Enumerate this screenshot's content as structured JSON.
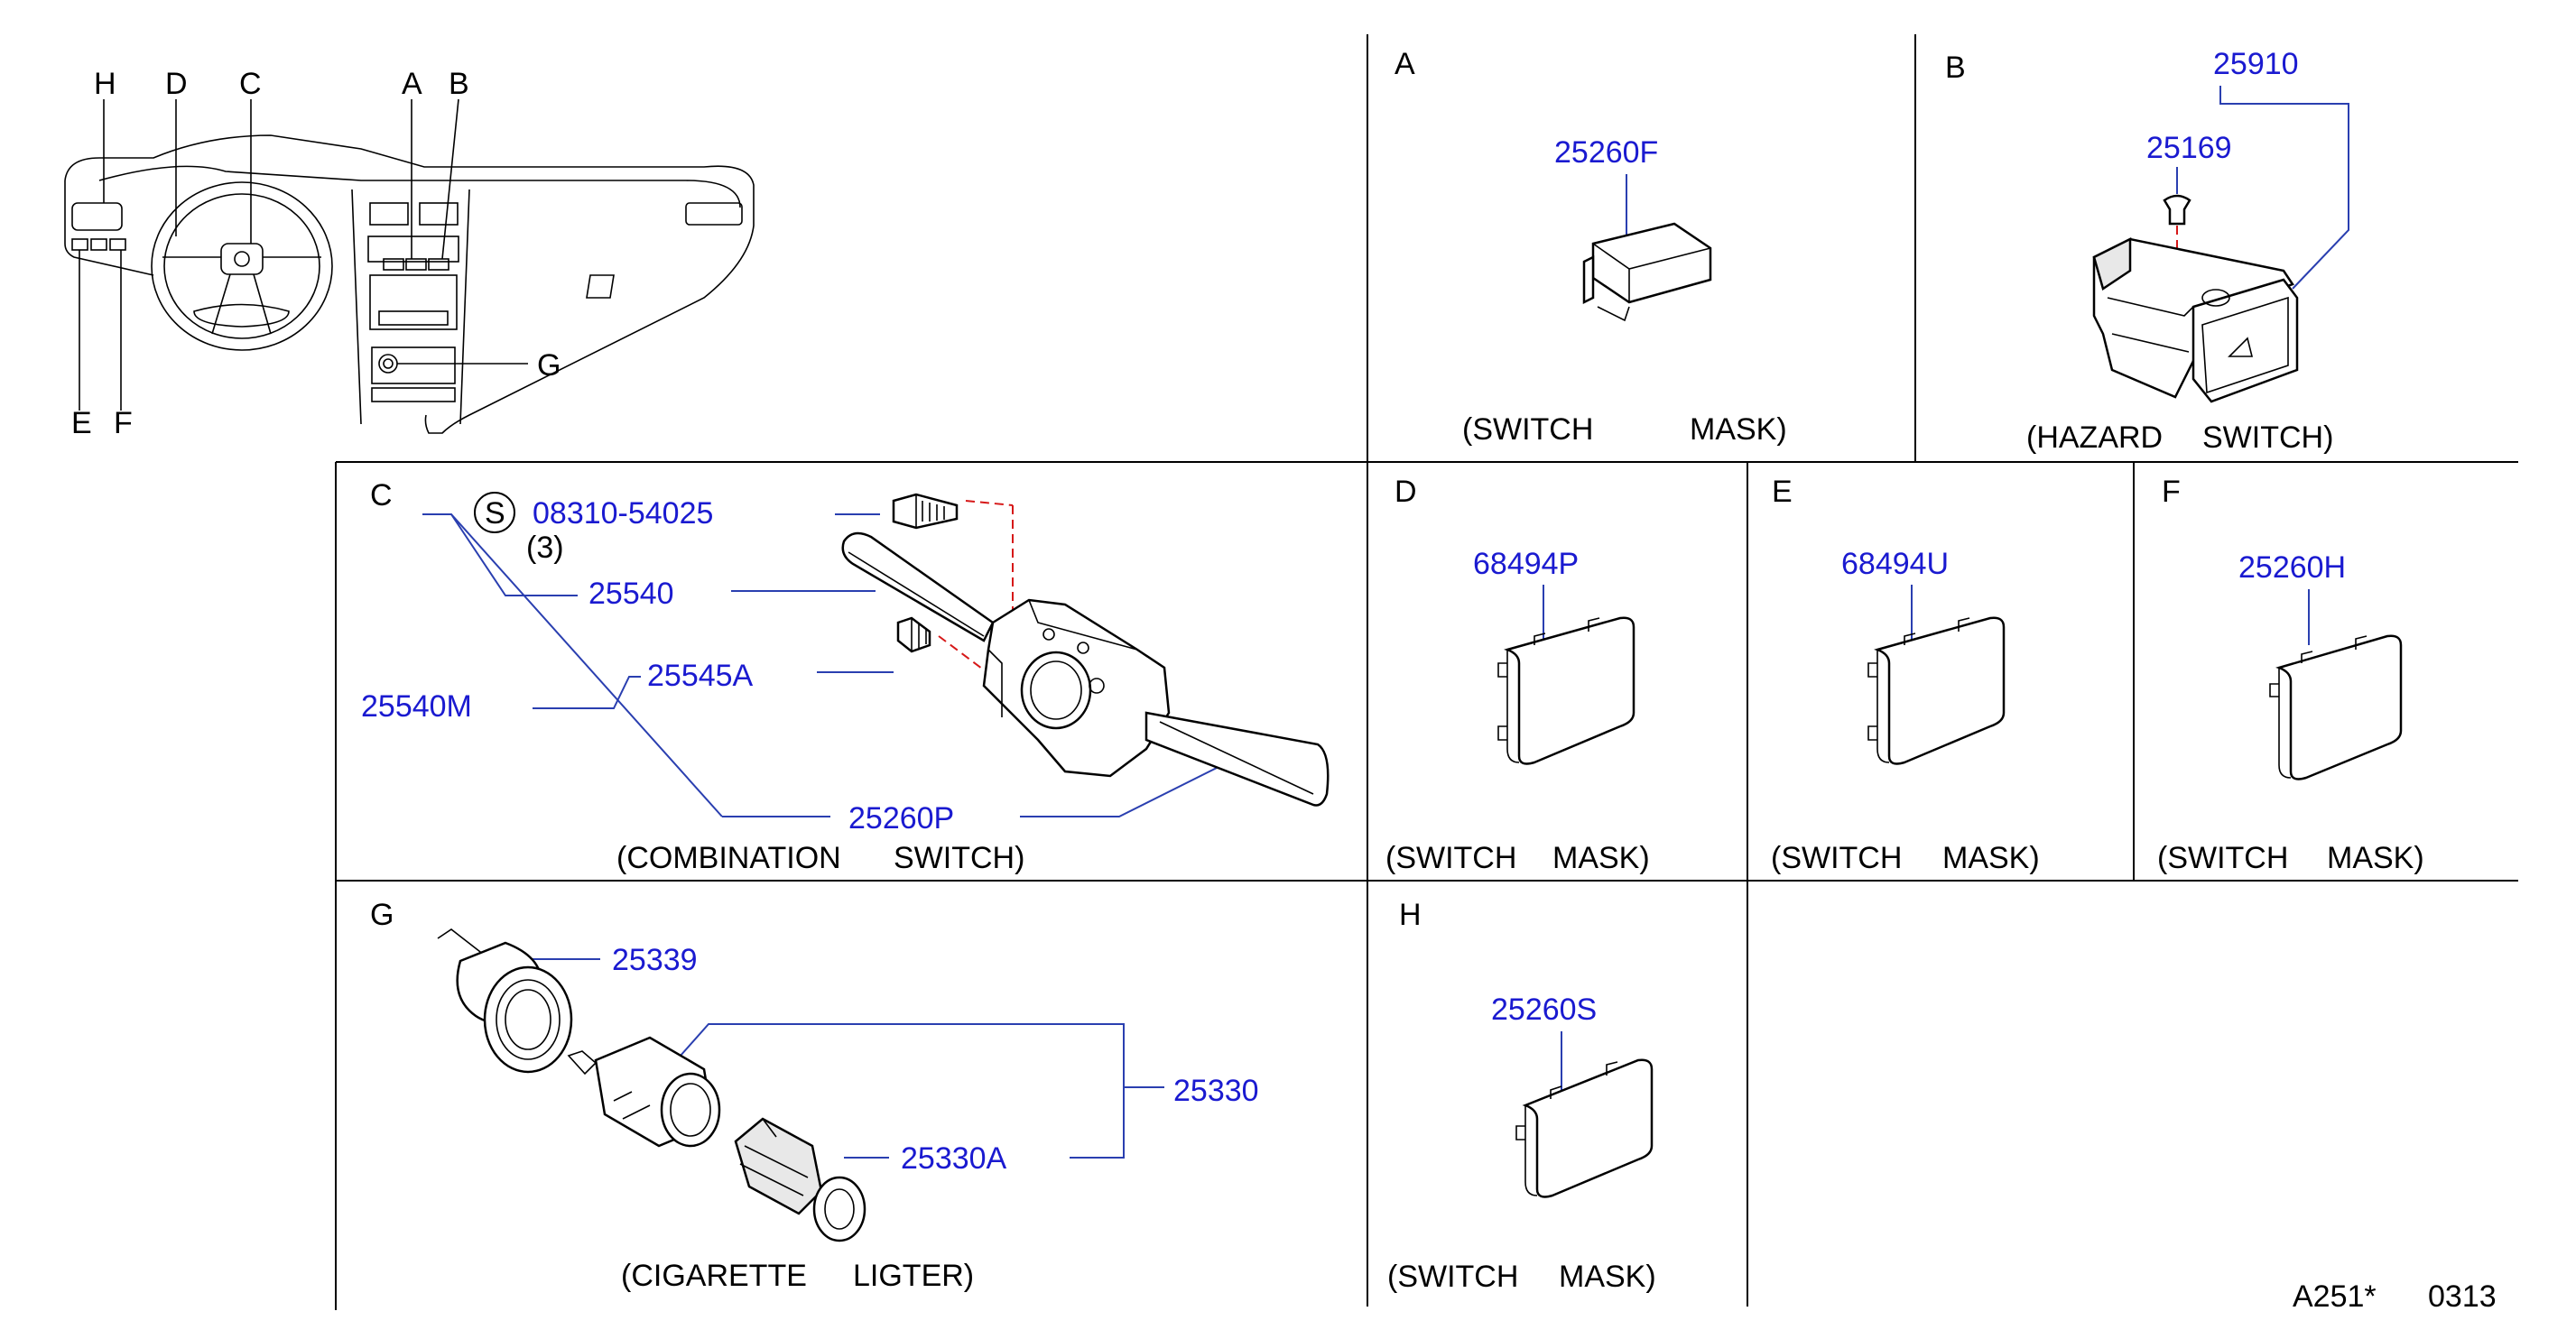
{
  "overview": {
    "callouts": {
      "h": "H",
      "d": "D",
      "c": "C",
      "a": "A",
      "b": "B",
      "g": "G",
      "e": "E",
      "f": "F"
    }
  },
  "panels": {
    "a": {
      "letter": "A",
      "part": "25260F",
      "caption_1": "(SWITCH",
      "caption_2": "MASK)"
    },
    "b": {
      "letter": "B",
      "part_assembly": "25910",
      "part_bulb": "25169",
      "caption_1": "(HAZARD",
      "caption_2": "SWITCH)"
    },
    "c": {
      "letter": "C",
      "screw_symbol": "S",
      "screw_part": "08310-54025",
      "screw_qty": "(3)",
      "part_lever_upper": "25540",
      "part_screw": "25545A",
      "part_assembly": "25540M",
      "part_lever_lower": "25260P",
      "caption_1": "(COMBINATION",
      "caption_2": "SWITCH)"
    },
    "d": {
      "letter": "D",
      "part": "68494P",
      "caption_1": "(SWITCH",
      "caption_2": "MASK)"
    },
    "e": {
      "letter": "E",
      "part": "68494U",
      "caption_1": "(SWITCH",
      "caption_2": "MASK)"
    },
    "f": {
      "letter": "F",
      "part": "25260H",
      "caption_1": "(SWITCH",
      "caption_2": "MASK)"
    },
    "g": {
      "letter": "G",
      "part_socket": "25339",
      "part_assembly": "25330",
      "part_element": "25330A",
      "caption_1": "(CIGARETTE",
      "caption_2": "LIGTER)"
    },
    "h": {
      "letter": "H",
      "part": "25260S",
      "caption_1": "(SWITCH",
      "caption_2": "MASK)"
    }
  },
  "footer": {
    "code": "A251*",
    "number": "0313"
  },
  "colors": {
    "part_number": "#1a1ad0",
    "leader": "#2a3fb0",
    "hidden_line": "#d61818"
  }
}
